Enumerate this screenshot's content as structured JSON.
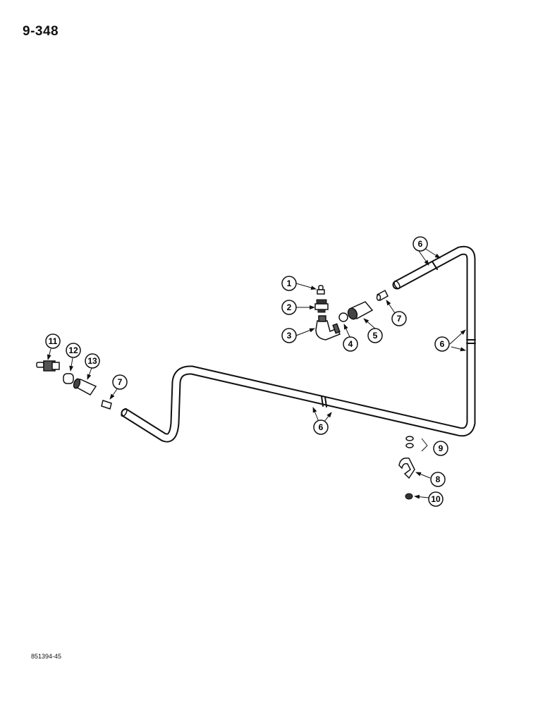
{
  "page": {
    "number": "9-348",
    "drawing_code": "851394-45"
  },
  "callouts": [
    {
      "id": "c1",
      "label": "1"
    },
    {
      "id": "c2",
      "label": "2"
    },
    {
      "id": "c3",
      "label": "3"
    },
    {
      "id": "c4",
      "label": "4"
    },
    {
      "id": "c5",
      "label": "5"
    },
    {
      "id": "c6a",
      "label": "6"
    },
    {
      "id": "c6b",
      "label": "6"
    },
    {
      "id": "c6c",
      "label": "6"
    },
    {
      "id": "c7a",
      "label": "7"
    },
    {
      "id": "c7b",
      "label": "7"
    },
    {
      "id": "c8",
      "label": "8"
    },
    {
      "id": "c9",
      "label": "9"
    },
    {
      "id": "c10",
      "label": "10"
    },
    {
      "id": "c11",
      "label": "11"
    },
    {
      "id": "c12",
      "label": "12"
    },
    {
      "id": "c13",
      "label": "13"
    }
  ]
}
